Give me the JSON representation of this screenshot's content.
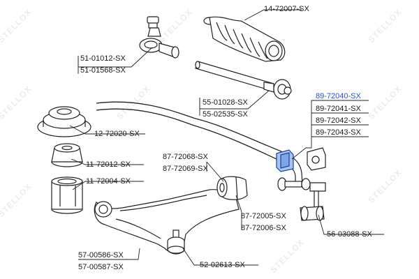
{
  "brand": {
    "watermark": "STELLOX",
    "highlight_color": "#2a4fd0",
    "text_color": "#1a1a1a",
    "line_color": "#222222"
  },
  "labels": {
    "boot": "14-72007-SX",
    "tie_rod_end_1": "51-01012-SX",
    "tie_rod_end_2": "51-01568-SX",
    "inner_tie_rod_1": "55-01028-SX",
    "inner_tie_rod_2": "55-02535-SX",
    "stab_bush_1": "89-72040-SX",
    "stab_bush_2": "89-72041-SX",
    "stab_bush_3": "89-72042-SX",
    "stab_bush_4": "89-72043-SX",
    "top_mount": "12-72020-SX",
    "bump_stop": "11-72012-SX",
    "dust_boot": "11-72004-SX",
    "arm_bush_rear_1": "87-72068-SX",
    "arm_bush_rear_2": "87-72069-SX",
    "arm_bush_front_1": "87-72005-SX",
    "arm_bush_front_2": "87-72006-SX",
    "link": "56-03088-SX",
    "control_arm_1": "57-00586-SX",
    "control_arm_2": "57-00587-SX",
    "ball_joint": "52-02613-SX"
  }
}
